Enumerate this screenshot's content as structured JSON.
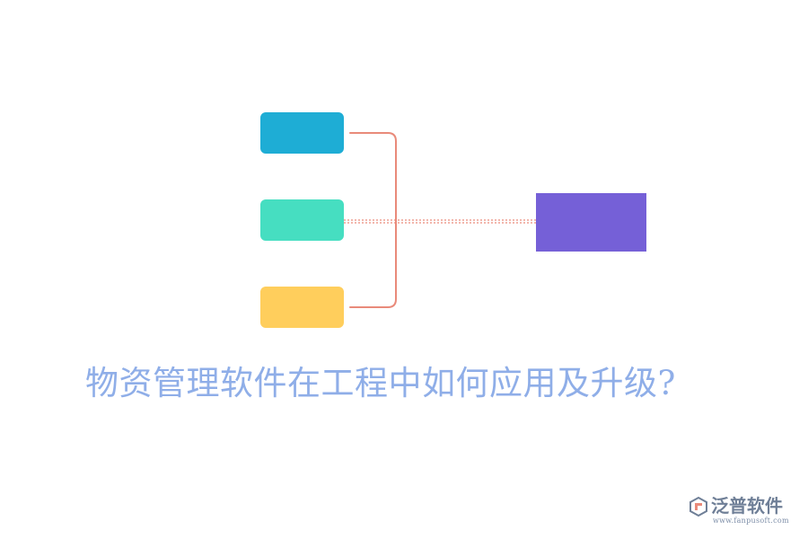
{
  "title": "物资管理软件在工程中如何应用及升级?",
  "colors": {
    "node_top": "#1EADD5",
    "node_middle": "#46DEC1",
    "node_bottom": "#FFCE5C",
    "node_target": "#7560D7",
    "connector": "#E98A7A",
    "title_text": "#8FAEE8",
    "brand_text": "#6F7F97"
  },
  "brand": {
    "name": "泛普软件",
    "url": "www.fanpusoft.com",
    "logo_icon": "fanpu-logo-icon"
  }
}
